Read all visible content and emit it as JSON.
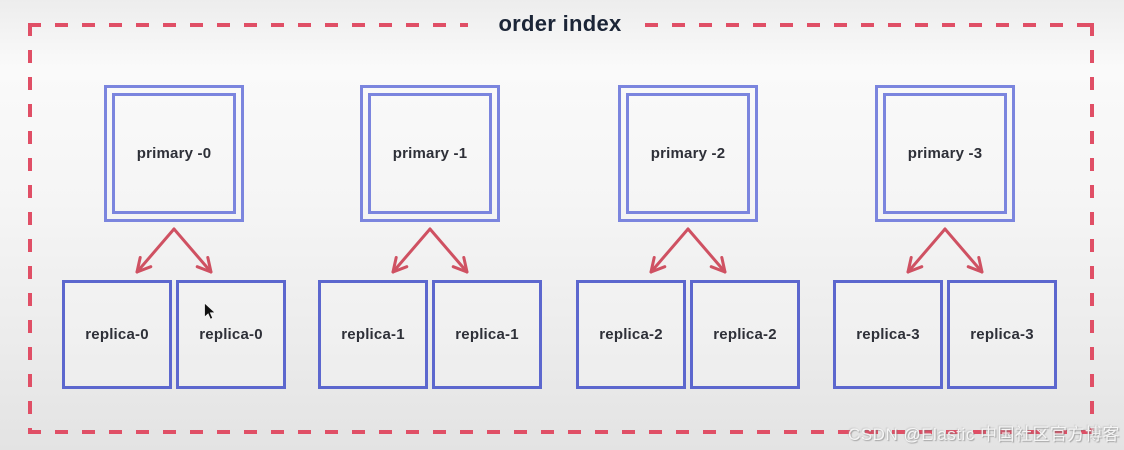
{
  "diagram": {
    "title": "order index",
    "groups": [
      {
        "primary": "primary -0",
        "replicas": [
          "replica-0",
          "replica-0"
        ]
      },
      {
        "primary": "primary -1",
        "replicas": [
          "replica-1",
          "replica-1"
        ]
      },
      {
        "primary": "primary -2",
        "replicas": [
          "replica-2",
          "replica-2"
        ]
      },
      {
        "primary": "primary -3",
        "replicas": [
          "replica-3",
          "replica-3"
        ]
      }
    ]
  },
  "watermark": "CSDN @Elastic 中国社区官方博客",
  "colors": {
    "frame_dash": "#e04f66",
    "primary_border": "#7b85de",
    "replica_border": "#5c67ce",
    "arrow": "#cf5162",
    "title_text": "#1b2537",
    "label_text": "#2e3038"
  }
}
